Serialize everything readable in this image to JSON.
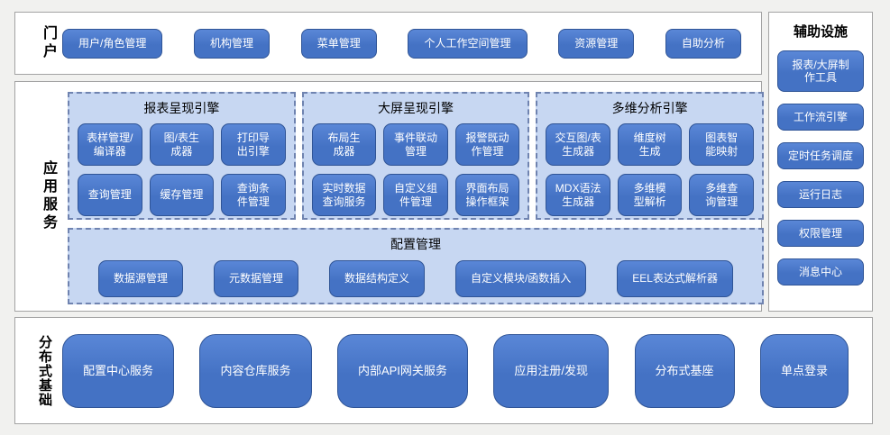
{
  "colors": {
    "page_bg": "#f1f1ef",
    "panel_bg": "#ffffff",
    "panel_border": "#a3a3a3",
    "group_bg": "#c7d7f2",
    "group_dashed_border": "#6f83b0",
    "node_bg": "#4472c4",
    "node_border": "#2f5496",
    "node_text": "#ffffff",
    "label_text": "#000000"
  },
  "portal": {
    "label": "门户",
    "buttons": [
      "用户/角色管理",
      "机构管理",
      "菜单管理",
      "个人工作空间管理",
      "资源管理",
      "自助分析"
    ]
  },
  "app_services": {
    "label": "应用服务",
    "groups": [
      {
        "title": "报表呈现引擎",
        "buttons": [
          "表样管理/\n编译器",
          "图/表生\n成器",
          "打印导\n出引擎",
          "查询管理",
          "缓存管理",
          "查询条\n件管理"
        ]
      },
      {
        "title": "大屏呈现引擎",
        "buttons": [
          "布局生\n成器",
          "事件联动\n管理",
          "报警既动\n作管理",
          "实时数据\n查询服务",
          "自定义组\n件管理",
          "界面布局\n操作框架"
        ]
      },
      {
        "title": "多维分析引擎",
        "buttons": [
          "交互图/表\n生成器",
          "维度树\n生成",
          "图表智\n能映射",
          "MDX语法\n生成器",
          "多维模\n型解析",
          "多维查\n询管理"
        ]
      }
    ],
    "config_group": {
      "title": "配置管理",
      "buttons": [
        "数据源管理",
        "元数据管理",
        "数据结构定义",
        "自定义模块/函数插入",
        "EEL表达式解析器"
      ]
    }
  },
  "auxiliary": {
    "title": "辅助设施",
    "buttons": [
      "报表/大屏制\n作工具",
      "工作流引擎",
      "定时任务调度",
      "运行日志",
      "权限管理",
      "消息中心"
    ]
  },
  "distributed": {
    "label": "分布式基础",
    "buttons": [
      "配置中心服务",
      "内容仓库服务",
      "内部API网关服务",
      "应用注册/发现",
      "分布式基座",
      "单点登录"
    ]
  }
}
